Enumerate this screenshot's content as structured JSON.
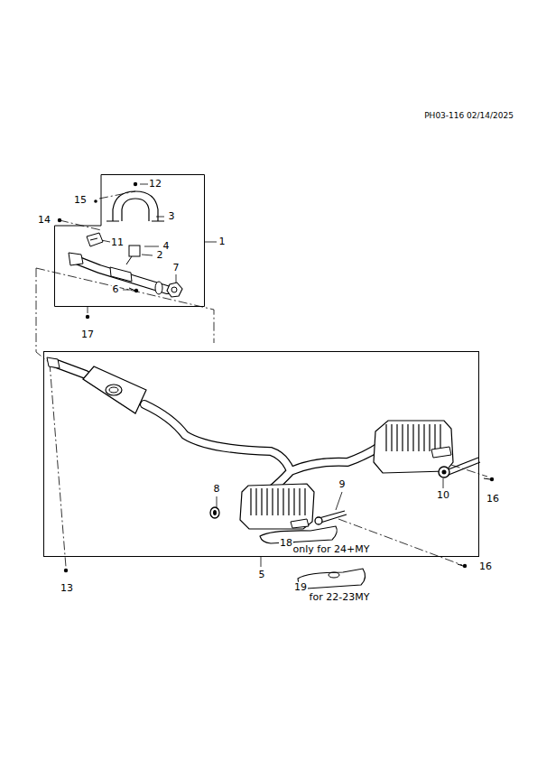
{
  "diagram": {
    "nodes": [
      {
        "text": [
          "1"
        ]
      },
      {
        "text": [
          "5"
        ]
      }
    ],
    "labels": [
      "PH03-116 02/14/2025",
      "12",
      "15",
      "3",
      "14",
      "11",
      "4",
      "2",
      "7",
      "6",
      "17",
      "8",
      "9",
      "10",
      "16",
      "18",
      "only for 24+MY",
      "16",
      "13",
      "19",
      "for 22-23MY"
    ]
  }
}
